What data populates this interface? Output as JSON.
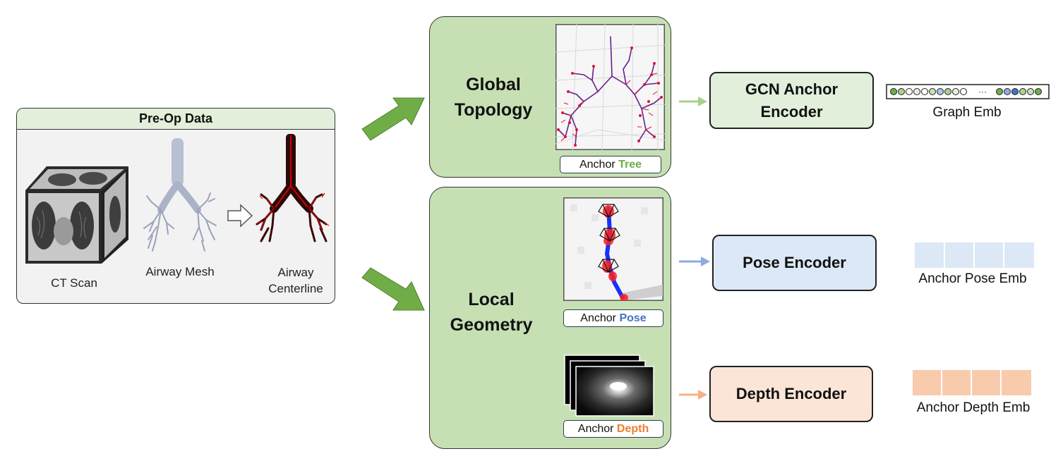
{
  "preop": {
    "title": "Pre-Op Data",
    "ct_label": "CT Scan",
    "mesh_label": "Airway Mesh",
    "centerline_label_1": "Airway",
    "centerline_label_2": "Centerline"
  },
  "global": {
    "title_1": "Global",
    "title_2": "Topology",
    "anchor_prefix": "Anchor ",
    "anchor_highlight": "Tree"
  },
  "local": {
    "title_1": "Local",
    "title_2": "Geometry",
    "pose_prefix": "Anchor ",
    "pose_highlight": "Pose",
    "depth_prefix": "Anchor ",
    "depth_highlight": "Depth"
  },
  "encoders": {
    "gcn_1": "GCN Anchor",
    "gcn_2": "Encoder",
    "pose": "Pose Encoder",
    "depth": "Depth Encoder"
  },
  "embeddings": {
    "graph": "Graph Emb",
    "graph_ellipsis": "···",
    "pose": "Anchor Pose Emb",
    "depth": "Anchor Depth Emb"
  },
  "colors": {
    "green_box": "#c6e0b4",
    "tree_accent": "#70ad47",
    "pose_accent": "#4472c4",
    "depth_accent": "#ed7d31",
    "big_arrow": "#70ad47"
  }
}
